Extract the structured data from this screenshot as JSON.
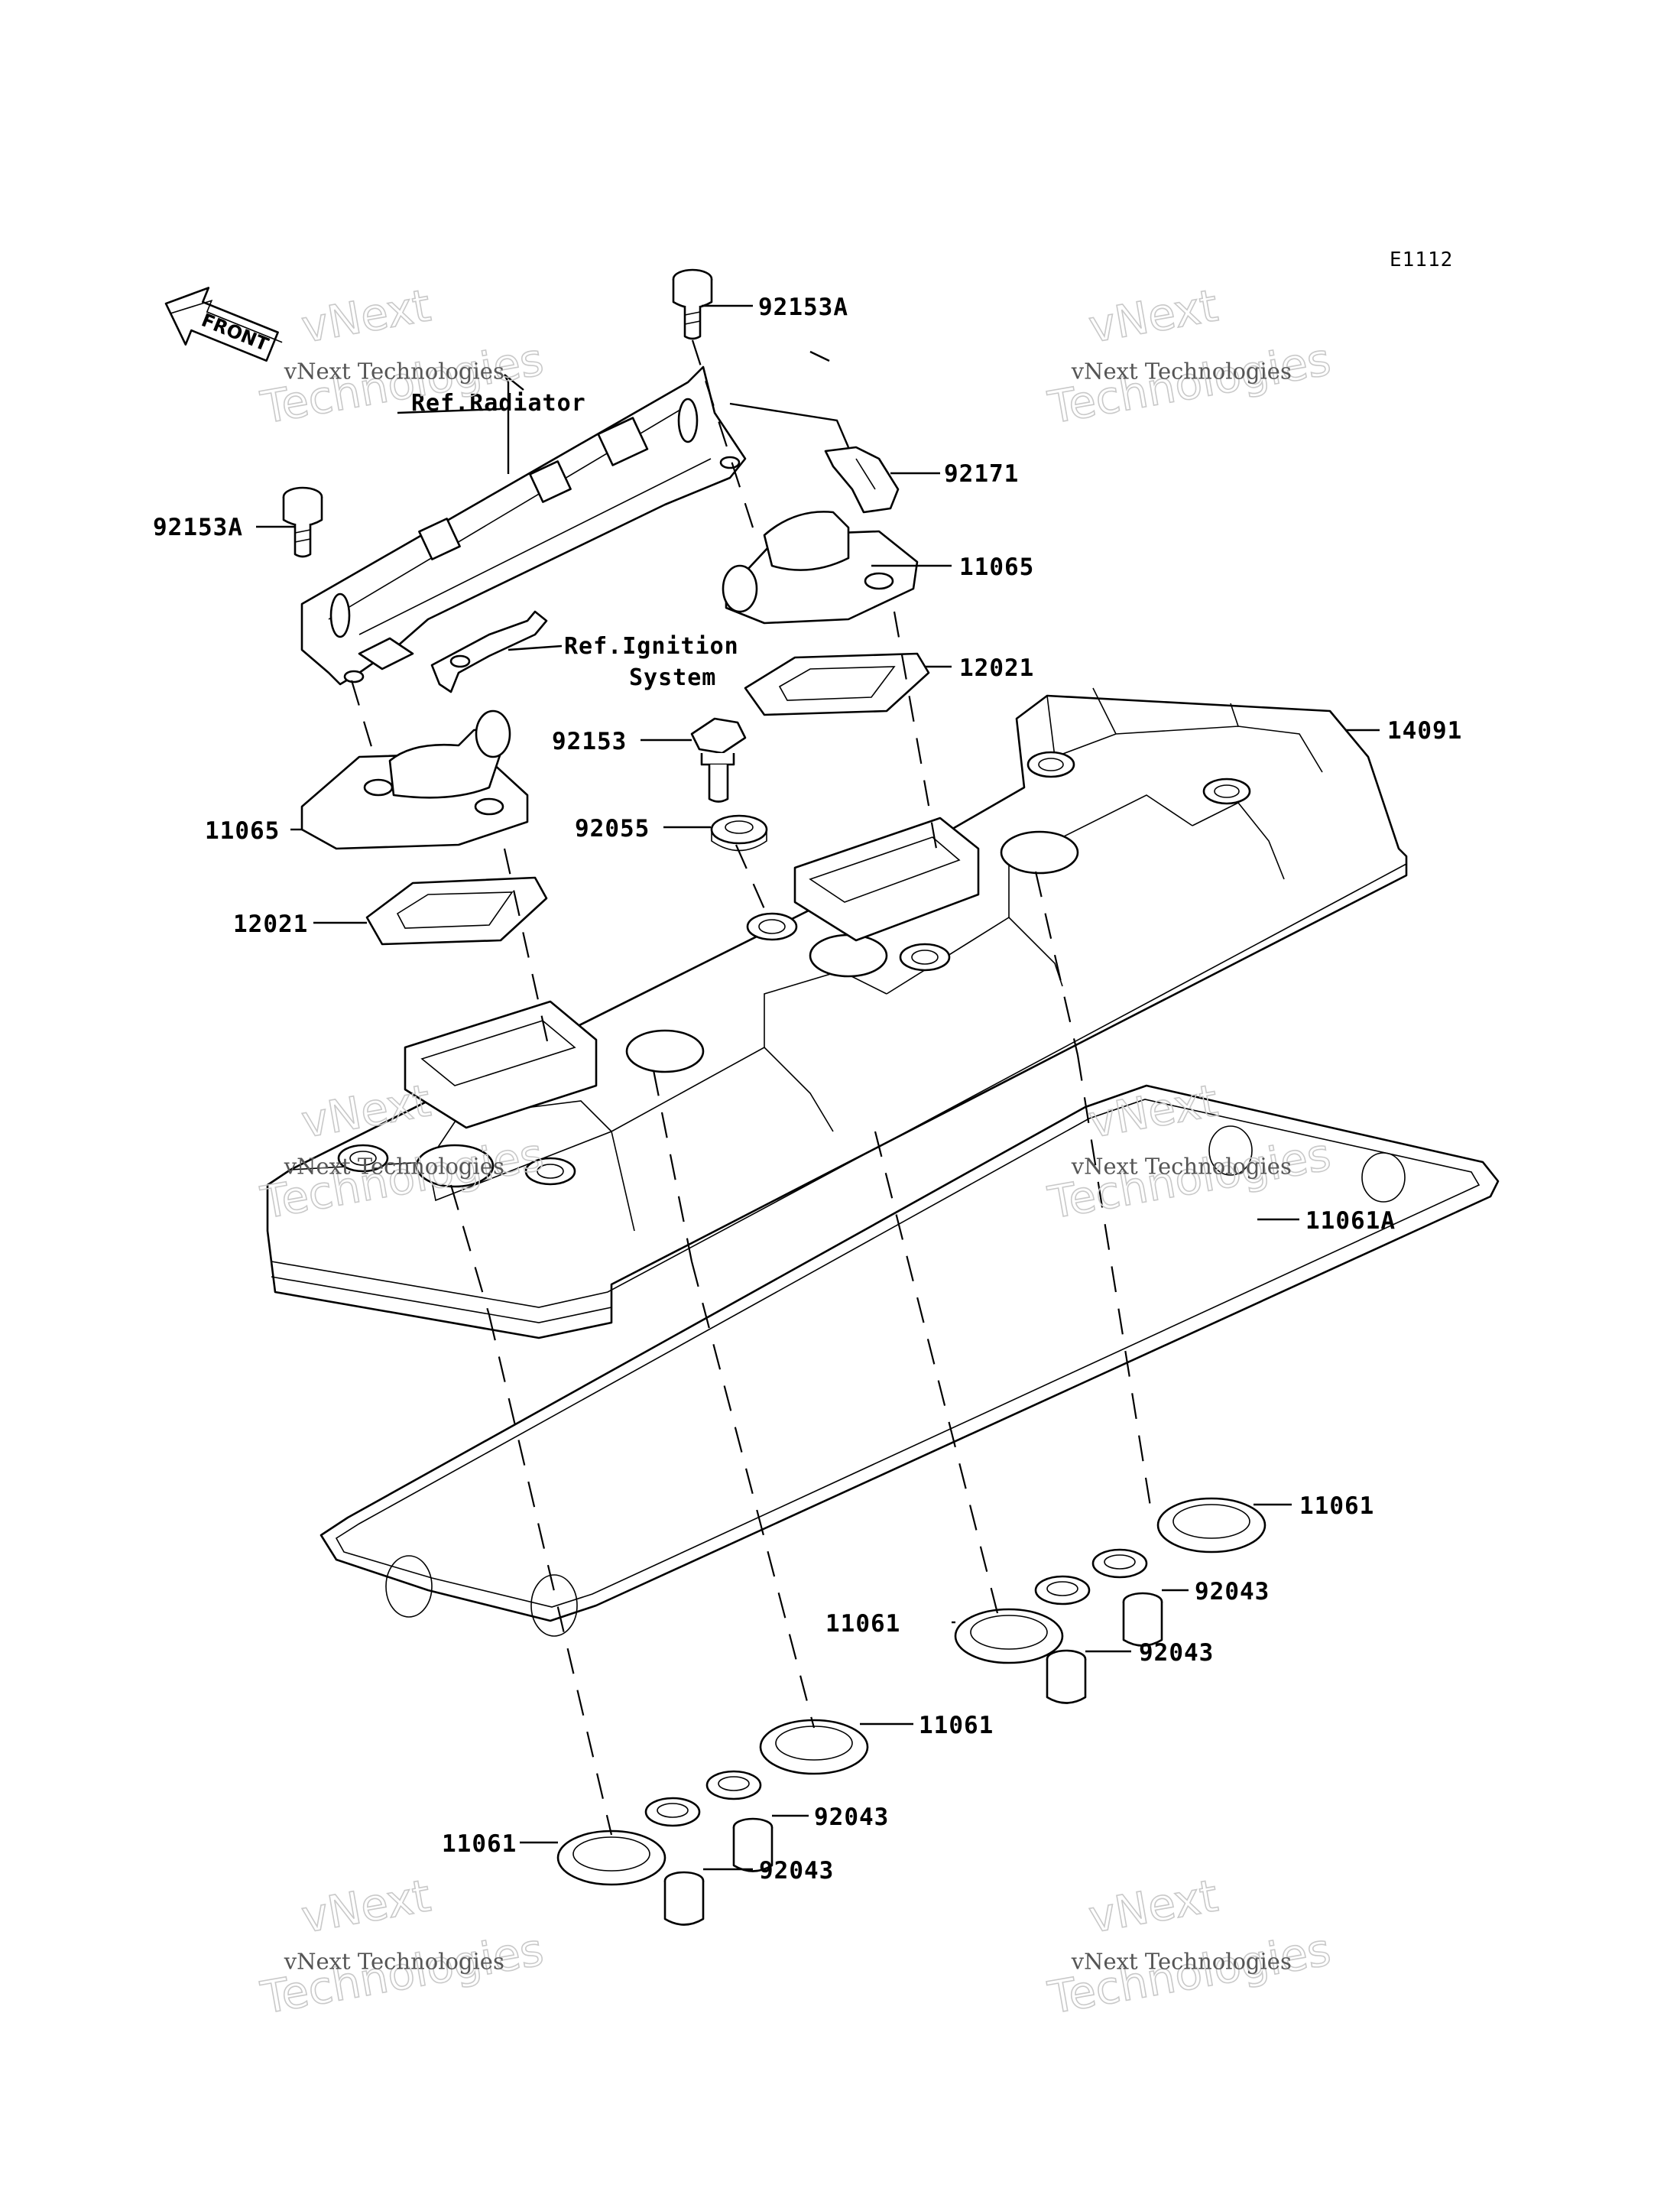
{
  "diagram_code": "E1112",
  "front_label": "FRONT",
  "watermark": {
    "line1": "vNext",
    "line2": "Technologies",
    "caption": "vNext Technologies"
  },
  "callouts": {
    "c_92153a_top": "92153A",
    "c_92153a_left": "92153A",
    "c_92171": "92171",
    "c_11065_right": "11065",
    "c_12021_right": "12021",
    "c_14091": "14091",
    "c_92153": "92153",
    "c_92055": "92055",
    "c_11065_left": "11065",
    "c_12021_left": "12021",
    "c_11061a": "11061A",
    "c_11061_r1": "11061",
    "c_92043_r1": "92043",
    "c_11061_r2": "11061",
    "c_92043_r2": "92043",
    "c_11061_l1": "11061",
    "c_92043_l1": "92043",
    "c_11061_l2": "11061",
    "c_92043_l2": "92043"
  },
  "refs": {
    "radiator": "Ref.Radiator",
    "ignition_line1": "Ref.Ignition",
    "ignition_line2": "System"
  }
}
